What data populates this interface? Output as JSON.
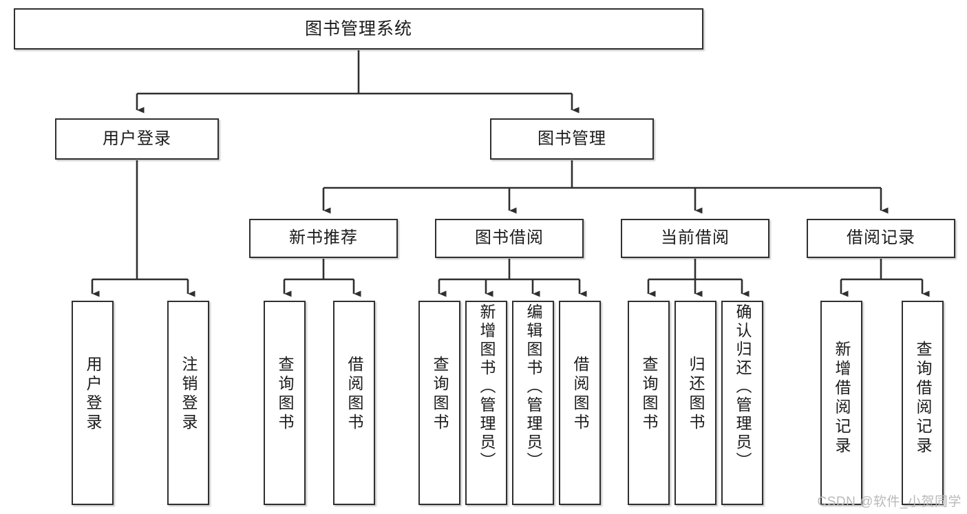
{
  "diagram": {
    "type": "tree-hierarchy-chart",
    "title": "图书管理系统",
    "background_color": "#ffffff",
    "stroke_color": "#2f2f2f",
    "text_color": "#1b1b1b",
    "levels": 4
  },
  "nodes": {
    "root": {
      "label": "图书管理系统"
    },
    "level2": [
      {
        "label": "用户登录"
      },
      {
        "label": "图书管理"
      }
    ],
    "level3": [
      {
        "label": "新书推荐"
      },
      {
        "label": "图书借阅"
      },
      {
        "label": "当前借阅"
      },
      {
        "label": "借阅记录"
      }
    ],
    "leaves_user_login": [
      {
        "label": "用户登录"
      },
      {
        "label": "注销登录"
      }
    ],
    "leaves_new_book": [
      {
        "label": "查询图书"
      },
      {
        "label": "借阅图书"
      }
    ],
    "leaves_borrow": [
      {
        "label": "查询图书"
      },
      {
        "label": "新增图书（管理员）"
      },
      {
        "label": "编辑图书（管理员）"
      },
      {
        "label": "借阅图书"
      }
    ],
    "leaves_current": [
      {
        "label": "查询图书"
      },
      {
        "label": "归还图书"
      },
      {
        "label": "确认归还（管理员）"
      }
    ],
    "leaves_records": [
      {
        "label": "新增借阅记录"
      },
      {
        "label": "查询借阅记录"
      }
    ]
  },
  "edges": [
    {
      "from": "图书管理系统",
      "to": "用户登录"
    },
    {
      "from": "图书管理系统",
      "to": "图书管理"
    },
    {
      "from": "用户登录",
      "to": "用户登录"
    },
    {
      "from": "用户登录",
      "to": "注销登录"
    },
    {
      "from": "图书管理",
      "to": "新书推荐"
    },
    {
      "from": "图书管理",
      "to": "图书借阅"
    },
    {
      "from": "图书管理",
      "to": "当前借阅"
    },
    {
      "from": "图书管理",
      "to": "借阅记录"
    },
    {
      "from": "新书推荐",
      "to": "查询图书"
    },
    {
      "from": "新书推荐",
      "to": "借阅图书"
    },
    {
      "from": "图书借阅",
      "to": "查询图书"
    },
    {
      "from": "图书借阅",
      "to": "新增图书（管理员）"
    },
    {
      "from": "图书借阅",
      "to": "编辑图书（管理员）"
    },
    {
      "from": "图书借阅",
      "to": "借阅图书"
    },
    {
      "from": "当前借阅",
      "to": "查询图书"
    },
    {
      "from": "当前借阅",
      "to": "归还图书"
    },
    {
      "from": "当前借阅",
      "to": "确认归还（管理员）"
    },
    {
      "from": "借阅记录",
      "to": "新增借阅记录"
    },
    {
      "from": "借阅记录",
      "to": "查询借阅记录"
    }
  ],
  "watermark": {
    "text": "CSDN @软件_小贺同学"
  }
}
